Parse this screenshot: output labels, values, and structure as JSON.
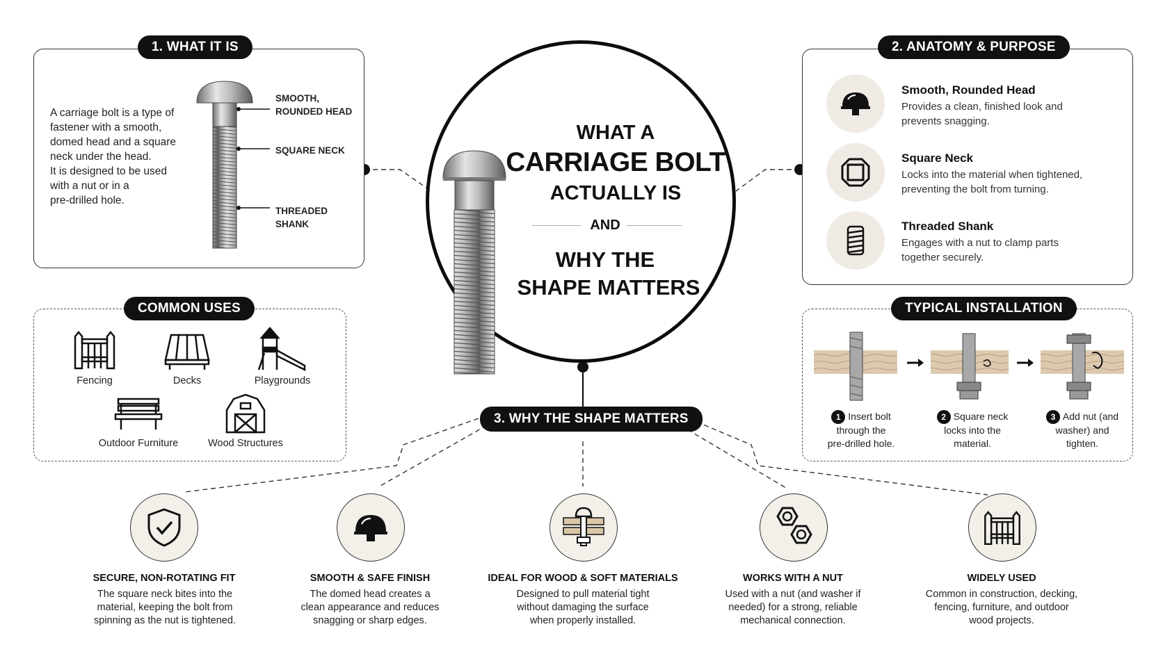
{
  "center": {
    "line1": "WHAT A",
    "line2": "CARRIAGE BOLT",
    "line3": "ACTUALLY IS",
    "and": "AND",
    "line4": "WHY THE",
    "line5": "SHAPE MATTERS"
  },
  "what_it_is": {
    "header": "1. WHAT IT IS",
    "text_lines": [
      "A carriage bolt is a type of",
      "fastener with a smooth,",
      "domed head and a square",
      "neck under the head.",
      "It is designed to be used",
      "with a nut or in a",
      "pre-drilled hole."
    ],
    "callouts": {
      "head_1": "SMOOTH,",
      "head_2": "ROUNDED HEAD",
      "neck": "SQUARE NECK",
      "shank_1": "THREADED",
      "shank_2": "SHANK"
    }
  },
  "anatomy": {
    "header": "2. ANATOMY & PURPOSE",
    "items": [
      {
        "title": "Smooth, Rounded Head",
        "desc1": "Provides a clean, finished look and",
        "desc2": "prevents snagging.",
        "icon": "dome-head-icon"
      },
      {
        "title": "Square Neck",
        "desc1": "Locks into the material when tightened,",
        "desc2": "preventing the bolt from turning.",
        "icon": "square-neck-icon"
      },
      {
        "title": "Threaded Shank",
        "desc1": "Engages with a nut to clamp parts",
        "desc2": "together securely.",
        "icon": "thread-icon"
      }
    ]
  },
  "uses": {
    "header": "COMMON USES",
    "items": [
      {
        "label": "Fencing",
        "icon": "fence-icon"
      },
      {
        "label": "Decks",
        "icon": "deck-icon"
      },
      {
        "label": "Playgrounds",
        "icon": "playground-icon"
      },
      {
        "label": "Outdoor Furniture",
        "icon": "bench-icon"
      },
      {
        "label": "Wood Structures",
        "icon": "barn-icon"
      }
    ]
  },
  "installation": {
    "header": "TYPICAL INSTALLATION",
    "steps": [
      {
        "num": "1",
        "line1": "Insert bolt",
        "line2": "through the",
        "line3": "pre-drilled hole."
      },
      {
        "num": "2",
        "line1": "Square neck",
        "line2": "locks into the",
        "line3": "material."
      },
      {
        "num": "3",
        "line1": "Add nut (and",
        "line2": "washer) and",
        "line3": "tighten."
      }
    ]
  },
  "why_shape": {
    "header": "3. WHY THE SHAPE MATTERS",
    "reasons": [
      {
        "title": "SECURE, NON-ROTATING FIT",
        "d1": "The square neck bites into the",
        "d2": "material, keeping the bolt from",
        "d3": "spinning as the nut is tightened.",
        "icon": "shield-check-icon"
      },
      {
        "title": "SMOOTH & SAFE FINISH",
        "d1": "The domed head creates a",
        "d2": "clean appearance and reduces",
        "d3": "snagging or sharp edges.",
        "icon": "dome-head-icon"
      },
      {
        "title": "IDEAL FOR WOOD & SOFT MATERIALS",
        "d1": "Designed to pull material tight",
        "d2": "without damaging the surface",
        "d3": "when properly installed.",
        "icon": "bolt-in-wood-icon"
      },
      {
        "title": "WORKS WITH A NUT",
        "d1": "Used with a nut (and washer if",
        "d2": "needed) for a strong, reliable",
        "d3": "mechanical connection.",
        "icon": "hex-nut-icon"
      },
      {
        "title": "WIDELY USED",
        "d1": "Common in construction, decking,",
        "d2": "fencing, furniture, and outdoor",
        "d3": "wood projects.",
        "icon": "fence-icon"
      }
    ]
  },
  "colors": {
    "ink": "#111111",
    "steel": "#9a9a9a",
    "wood": "#d9c7a8",
    "icon_bg": "#efebe4"
  }
}
